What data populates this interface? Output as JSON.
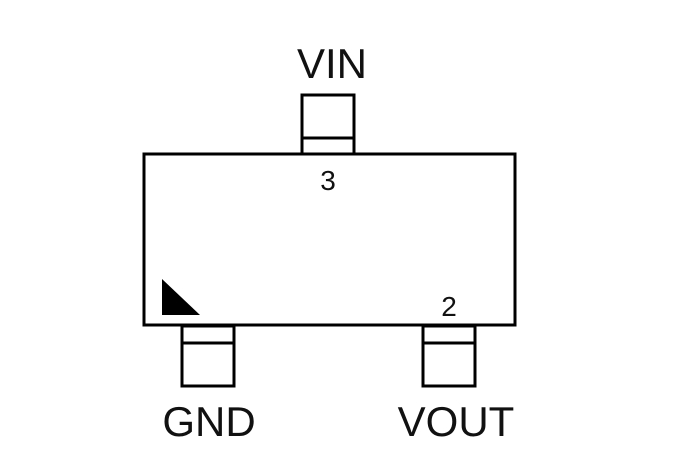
{
  "component": {
    "pins": [
      {
        "id": "vin",
        "name": "VIN",
        "number": "3"
      },
      {
        "id": "gnd",
        "name": "GND",
        "number": ""
      },
      {
        "id": "vout",
        "name": "VOUT",
        "number": "2"
      }
    ],
    "colors": {
      "stroke": "#000000",
      "text": "#111111",
      "background": "#ffffff"
    },
    "icons": {
      "pin1_marker": "triangle-marker-icon"
    }
  }
}
